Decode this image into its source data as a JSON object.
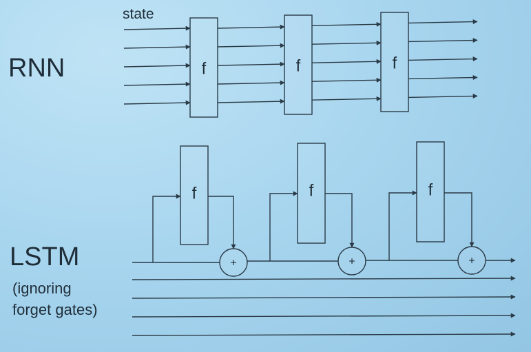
{
  "labels": {
    "rnn": "RNN",
    "state": "state",
    "lstm": "LSTM",
    "lstm_note": "(ignoring\nforget gates)"
  },
  "nodes": {
    "function": "f",
    "add": "+"
  },
  "diagram": {
    "rnn_cells": 3,
    "rnn_state_lines": 5,
    "lstm_cells": 3,
    "lstm_extra_lines": 4,
    "stroke_color": "#2a3a46"
  }
}
